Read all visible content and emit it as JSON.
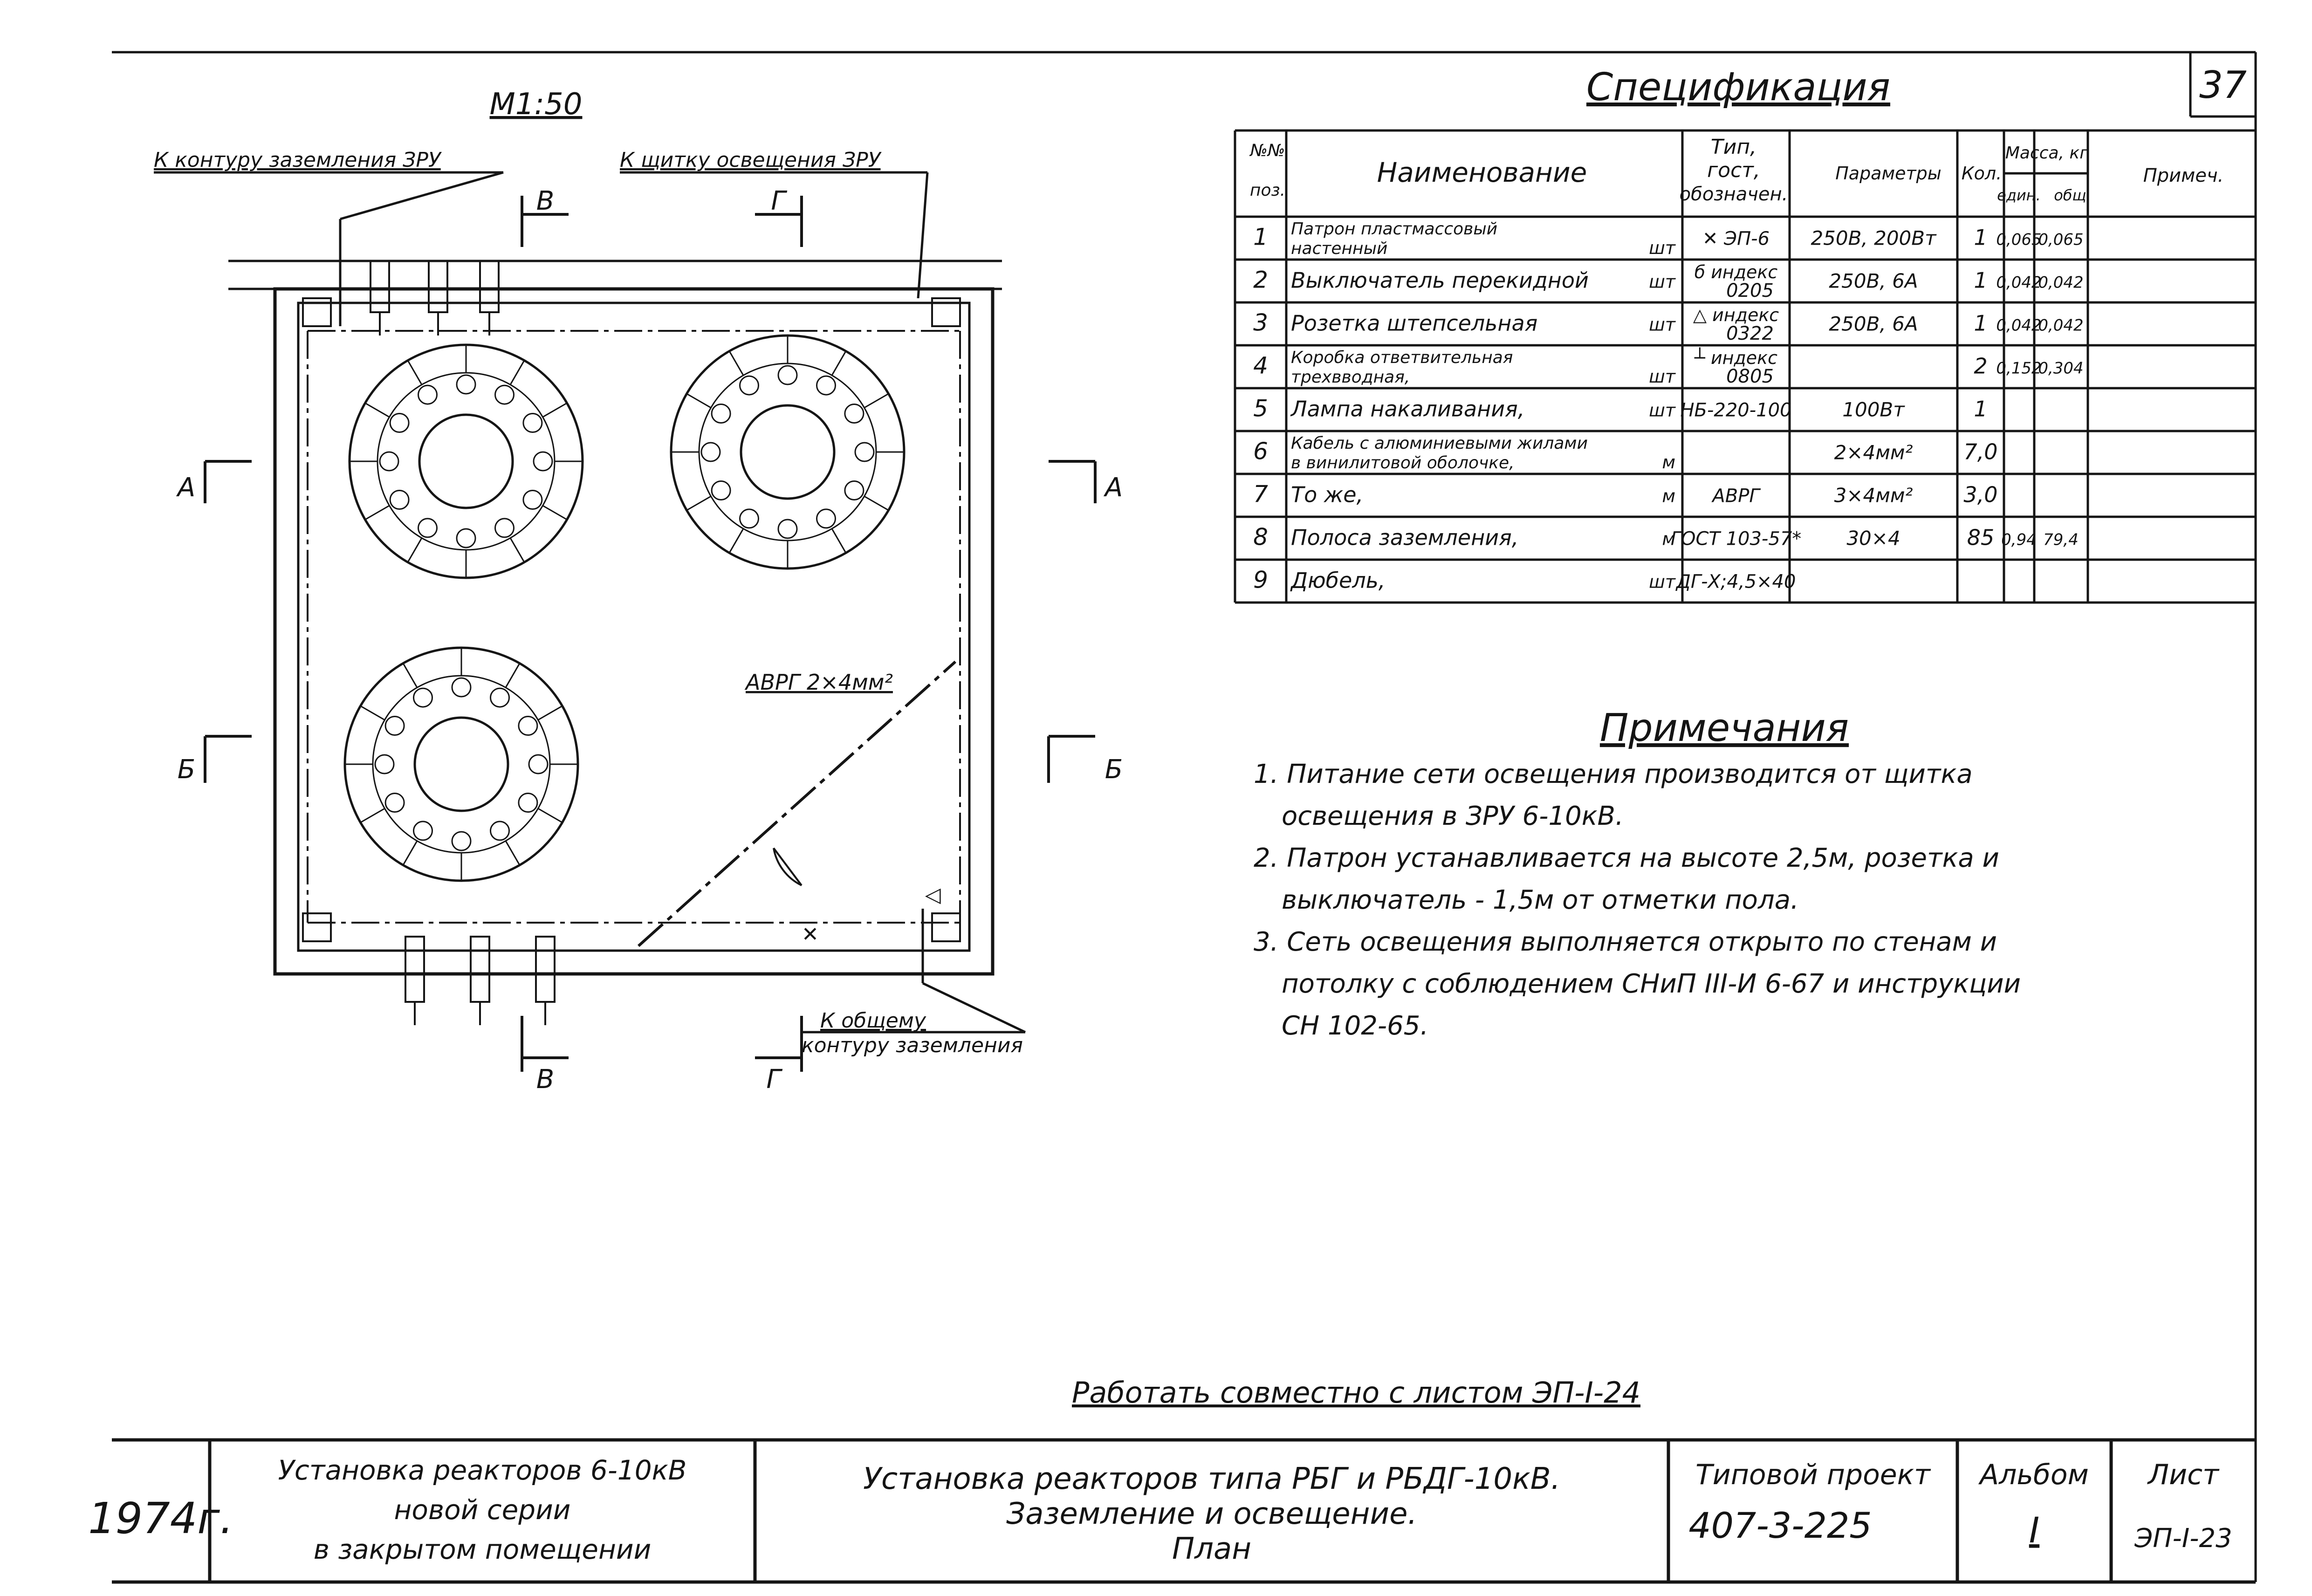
{
  "sheet_number": "37",
  "scale": "М1:50",
  "plan": {
    "label_ground_top": "К контуру заземления ЗРУ",
    "label_panel_top": "К щитку освещения ЗРУ",
    "cable_label": "АВРГ 2×4мм²",
    "label_ground_bottom_1": "К общему",
    "label_ground_bottom_2": "контуру заземления",
    "section_v": "В",
    "section_g": "Г",
    "section_a": "А",
    "section_b": "Б"
  },
  "spec": {
    "title": "Спецификация",
    "headers": {
      "pos_1": "№№",
      "pos_2": "поз.",
      "name": "Наименование",
      "type_1": "Тип,",
      "type_2": "гост,",
      "type_3": "обозначен.",
      "params": "Параметры",
      "qty": "Кол.",
      "mass": "Масса, кг",
      "mass_unit": "един.",
      "mass_total": "общ.",
      "note": "Примеч."
    },
    "rows": [
      {
        "pos": "1",
        "name_1": "Патрон пластмассовый",
        "name_2": "настенный",
        "unit": "шт",
        "type_1": "✕ ЭП-6",
        "type_2": "",
        "params": "250В, 200Вт",
        "qty": "1",
        "mu": "0,065",
        "mt": "0,065"
      },
      {
        "pos": "2",
        "name_1": "Выключатель перекидной",
        "name_2": "",
        "unit": "шт",
        "type_1": "б  индекс",
        "type_2": "0205",
        "params": "250В, 6А",
        "qty": "1",
        "mu": "0,042",
        "mt": "0,042"
      },
      {
        "pos": "3",
        "name_1": "Розетка штепсельная",
        "name_2": "",
        "unit": "шт",
        "type_1": "△  индекс",
        "type_2": "0322",
        "params": "250В, 6А",
        "qty": "1",
        "mu": "0,042",
        "mt": "0,042"
      },
      {
        "pos": "4",
        "name_1": "Коробка ответвительная",
        "name_2": "трехвводная,",
        "unit": "шт",
        "type_1": "┴  индекс",
        "type_2": "0805",
        "params": "",
        "qty": "2",
        "mu": "0,152",
        "mt": "0,304"
      },
      {
        "pos": "5",
        "name_1": "Лампа накаливания,",
        "name_2": "",
        "unit": "шт",
        "type_1": "НБ-220-100",
        "type_2": "",
        "params": "100Вт",
        "qty": "1",
        "mu": "",
        "mt": ""
      },
      {
        "pos": "6",
        "name_1": "Кабель с алюминиевыми жилами",
        "name_2": "в винилитовой оболочке,",
        "unit": "м",
        "type_1": "",
        "type_2": "",
        "params": "2×4мм²",
        "qty": "7,0",
        "mu": "",
        "mt": ""
      },
      {
        "pos": "7",
        "name_1": "То же,",
        "name_2": "",
        "unit": "м",
        "type_1": "АВРГ",
        "type_2": "",
        "params": "3×4мм²",
        "qty": "3,0",
        "mu": "",
        "mt": ""
      },
      {
        "pos": "8",
        "name_1": "Полоса заземления,",
        "name_2": "",
        "unit": "м",
        "type_1": "ГОСТ 103-57*",
        "type_2": "",
        "params": "30×4",
        "qty": "85",
        "mu": "0,94",
        "mt": "79,4"
      },
      {
        "pos": "9",
        "name_1": "Дюбель,",
        "name_2": "",
        "unit": "шт",
        "type_1": "ДГ-Х;4,5×40",
        "type_2": "",
        "params": "",
        "qty": "",
        "mu": "",
        "mt": ""
      }
    ]
  },
  "notes": {
    "title": "Примечания",
    "lines": [
      "1. Питание сети освещения производится от щитка",
      "освещения в ЗРУ 6-10кВ.",
      "2. Патрон устанавливается на высоте 2,5м, розетка и",
      "выключатель - 1,5м от отметки пола.",
      "3. Сеть освещения выполняется открыто по стенам и",
      "потолку с соблюдением СНиП III-И 6-67 и инструкции",
      "СН 102-65."
    ]
  },
  "work_with": "Работать совместно с листом ЭП-I-24",
  "title_block": {
    "year": "1974г.",
    "series_1": "Установка реакторов 6-10кВ",
    "series_2": "новой серии",
    "series_3": "в закрытом помещении",
    "title_1": "Установка реакторов типа РБГ и РБДГ-10кВ.",
    "title_2": "Заземление и освещение.",
    "title_3": "План",
    "project_label": "Типовой проект",
    "project_value": "407-3-225",
    "album_label": "Альбом",
    "album_value": "I",
    "sheet_label": "Лист",
    "sheet_value": "ЭП-I-23"
  }
}
